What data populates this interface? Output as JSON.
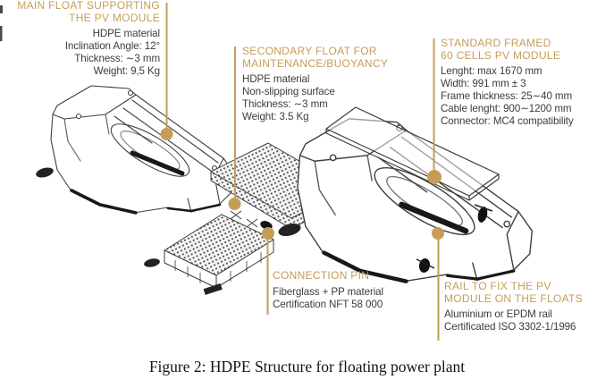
{
  "figure_caption": "Figure 2: HDPE Structure for floating power plant",
  "callouts": {
    "main_float": {
      "heading_lines": [
        "MAIN FLOAT SUPPORTING",
        "THE PV MODULE"
      ],
      "specs": [
        "HDPE material",
        "Inclination Angle: 12°",
        "Thickness: ∼3 mm",
        "Weight: 9,5 Kg"
      ]
    },
    "secondary_float": {
      "heading_lines": [
        "SECONDARY FLOAT FOR",
        "MAINTENANCE/BUOYANCY"
      ],
      "specs": [
        "HDPE material",
        "Non-slipping surface",
        "Thickness: ∼3 mm",
        "Weight: 3.5 Kg"
      ]
    },
    "pv_module": {
      "heading_lines": [
        "STANDARD FRAMED",
        "60 CELLS PV MODULE"
      ],
      "specs": [
        "Lenght: max 1670 mm",
        "Width: 991 mm ± 3",
        "Frame thickness: 25∼40 mm",
        "Cable lenght: 900∼1200 mm",
        "Connector: MC4 compatibility"
      ]
    },
    "connection_pin": {
      "heading_lines": [
        "CONNECTION PIN"
      ],
      "specs": [
        "Fiberglass + PP material",
        "Certification NFT 58 000"
      ]
    },
    "rail": {
      "heading_lines": [
        "RAIL TO FIX THE PV",
        "MODULE ON THE FLOATS"
      ],
      "specs": [
        "Aluminium or EPDM rail",
        "Certificated ISO 3302-1/1996"
      ]
    }
  },
  "colors": {
    "accent": "#C69D58",
    "body_text": "#3C3C3B",
    "caption_text": "#141414",
    "line_art": "#404040"
  }
}
